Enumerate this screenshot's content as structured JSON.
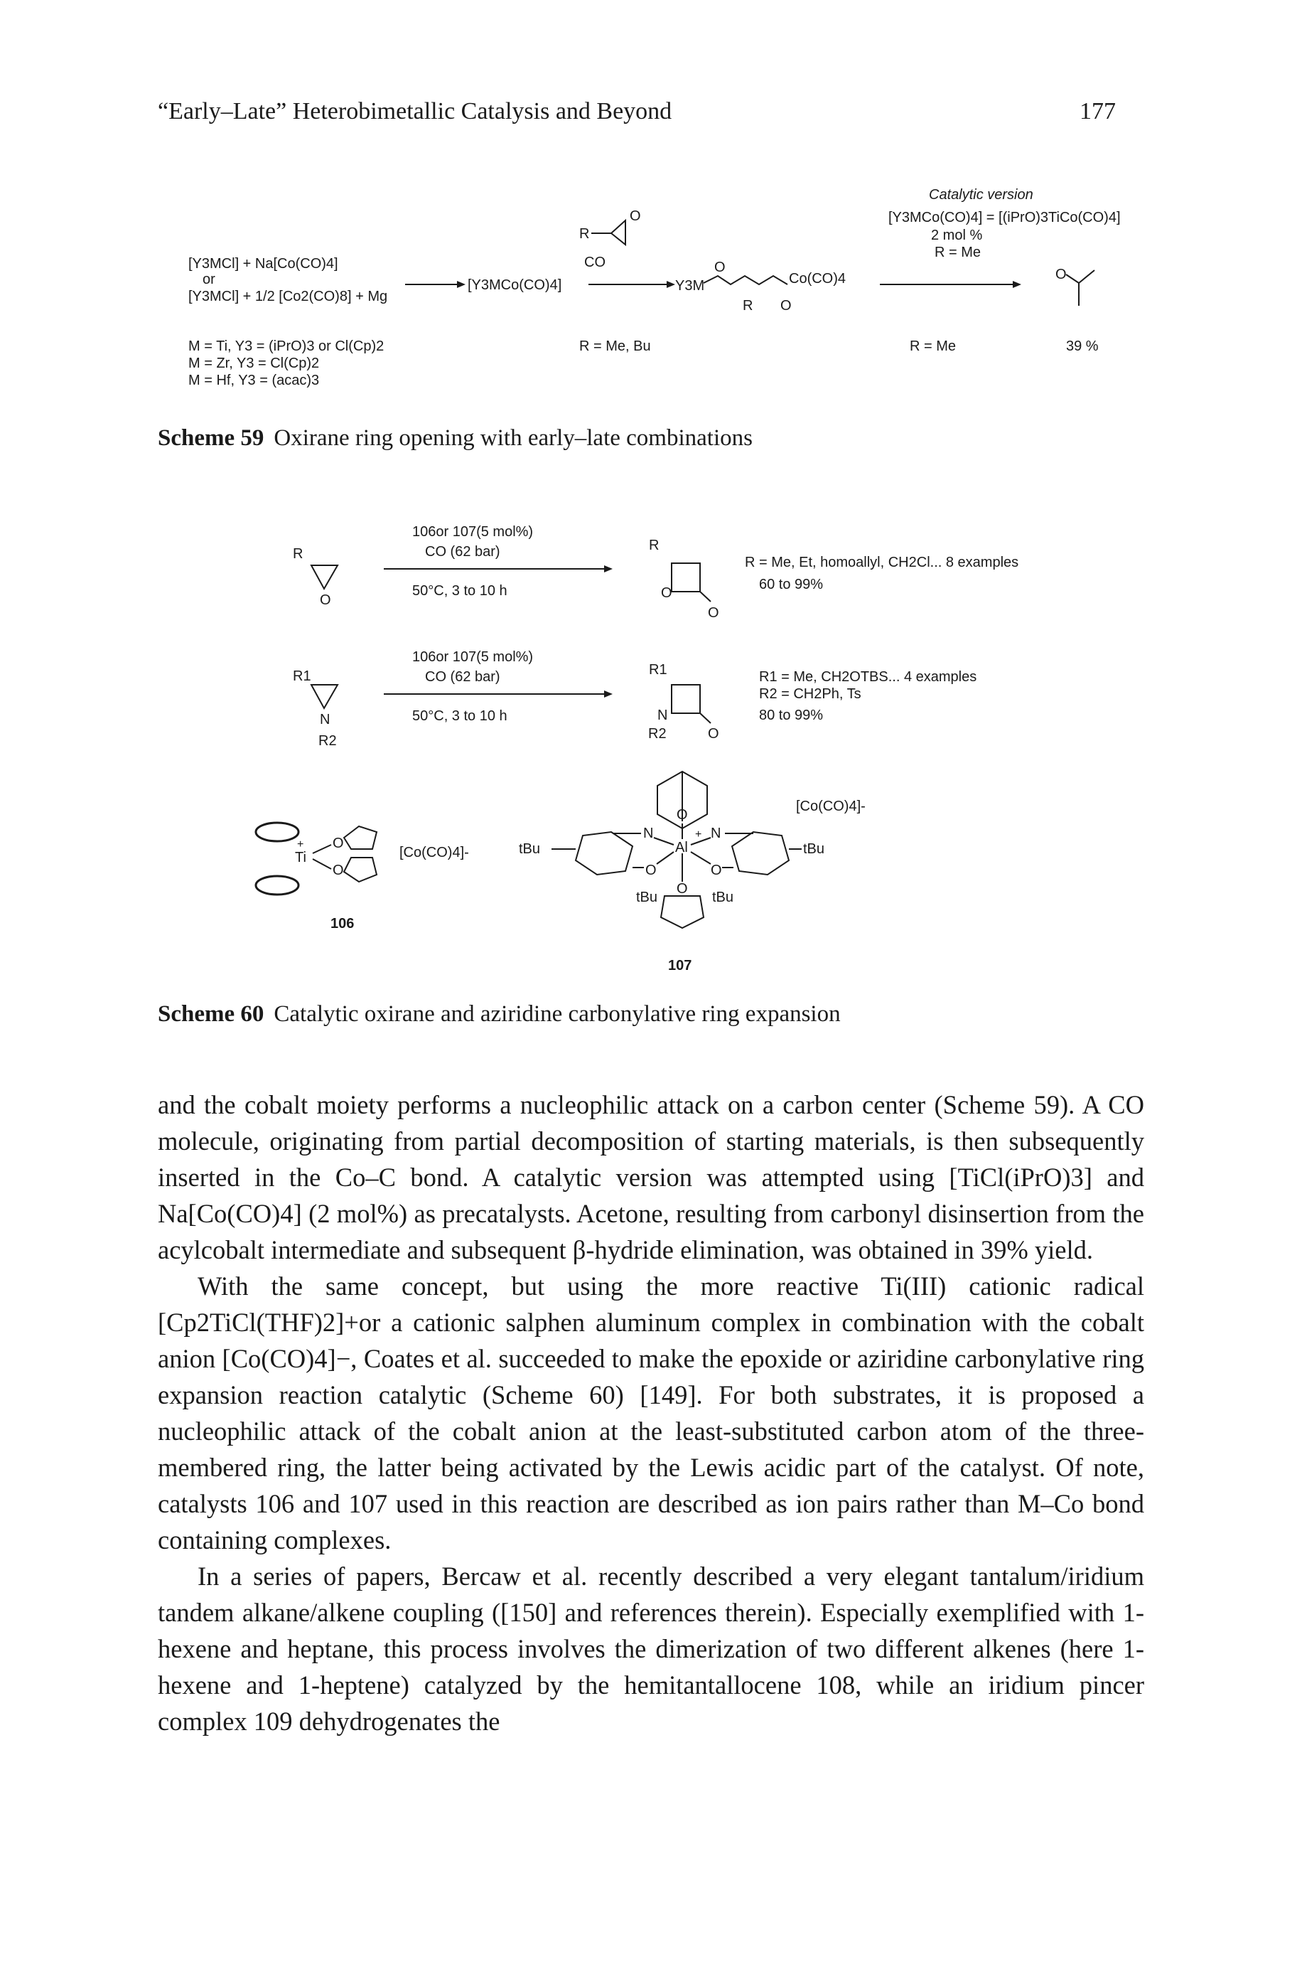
{
  "header": {
    "running_title": "“Early–Late” Heterobimetallic Catalysis and Beyond",
    "page_number": "177"
  },
  "scheme59": {
    "caption_label": "Scheme 59",
    "caption_text": "Oxirane ring opening with early–late combinations",
    "reagent_line1": "[Y3MCl] + Na[Co(CO)4]",
    "reagent_or": "or",
    "reagent_line2": "[Y3MCl] + 1/2 [Co2(CO)8] + Mg",
    "intermediate": "[Y3MCo(CO)4]",
    "epoxide_r": "R",
    "epoxide_o": "O",
    "co_label": "CO",
    "acyl_y3m": "Y3M",
    "acyl_o": "O",
    "acyl_r": "R",
    "acyl_coco4": "Co(CO)4",
    "acyl_o2": "O",
    "product_o": "O",
    "catalytic_title": "Catalytic version",
    "catalytic_line1": "[Y3MCo(CO)4] = [(iPrO)3TiCo(CO)4]",
    "catalytic_line2": "2 mol %",
    "catalytic_line3": "R = Me",
    "cond_line1": "M = Ti, Y3 = (iPrO)3 or Cl(Cp)2",
    "cond_line2": "M = Zr, Y3 = Cl(Cp)2",
    "cond_line3": "M = Hf, Y3 = (acac)3",
    "r_values": "R = Me, Bu",
    "r_me": "R = Me",
    "yield": "39 %"
  },
  "scheme60": {
    "caption_label": "Scheme 60",
    "caption_text": "Catalytic oxirane and aziridine carbonylative ring expansion",
    "row1": {
      "sub_r": "R",
      "sub_o": "O",
      "cond_top1": "106or 107(5 mol%)",
      "cond_top2": "CO (62 bar)",
      "cond_bottom": "50°C, 3 to 10 h",
      "prod_r": "R",
      "prod_o1": "O",
      "prod_o2": "O",
      "note1": "R = Me, Et, homoallyl, CH2Cl... 8 examples",
      "note2": "60 to 99%"
    },
    "row2": {
      "sub_r1": "R1",
      "sub_n": "N",
      "sub_r2": "R2",
      "cond_top1": "106or 107(5 mol%)",
      "cond_top2": "CO (62 bar)",
      "cond_bottom": "50°C, 3 to 10 h",
      "prod_r1": "R1",
      "prod_n": "N",
      "prod_r2": "R2",
      "prod_o": "O",
      "note1": "R1 = Me, CH2OTBS... 4 examples",
      "note2": "R2 = CH2Ph, Ts",
      "note3": "80 to 99%"
    },
    "cat106": {
      "ti": "Ti",
      "plus": "+",
      "o1": "O",
      "o2": "O",
      "anion": "[Co(CO)4]-",
      "label": "106"
    },
    "cat107": {
      "o_top": "O",
      "al": "Al",
      "plus": "+",
      "n_left": "N",
      "n_right": "N",
      "o_left": "O",
      "o_right": "O",
      "o_bottom": "O",
      "tbu_left": "tBu",
      "tbu_right": "tBu",
      "tbu_bl": "tBu",
      "tbu_br": "tBu",
      "anion": "[Co(CO)4]-",
      "label": "107"
    }
  },
  "paragraphs": [
    "and the cobalt moiety performs a nucleophilic attack on a carbon center (Scheme 59). A CO molecule, originating from partial decomposition of starting materials, is then subsequently inserted in the Co–C bond. A catalytic version was attempted using [TiCl(iPrO)3] and Na[Co(CO)4] (2 mol%) as precatalysts. Acetone, resulting from carbonyl disinsertion from the acylcobalt intermediate and subsequent β-hydride elimination, was obtained in 39% yield.",
    "With the same concept, but using the more reactive Ti(III) cationic radical [Cp2TiCl(THF)2]+or a cationic salphen aluminum complex in combination with the cobalt anion [Co(CO)4]−, Coates et al. succeeded to make the epoxide or aziridine carbonylative ring expansion reaction catalytic (Scheme 60) [149]. For both substrates, it is proposed a nucleophilic attack of the cobalt anion at the least-substituted carbon atom of the three-membered ring, the latter being activated by the Lewis acidic part of the catalyst. Of note, catalysts 106 and 107 used in this reaction are described as ion pairs rather than M–Co bond containing complexes.",
    "In a series of papers, Bercaw et al. recently described a very elegant tantalum/iridium tandem alkane/alkene coupling ([150] and references therein). Especially exemplified with 1-hexene and heptane, this process involves the dimerization of two different alkenes (here 1-hexene and 1-heptene) catalyzed by the hemitantallocene 108, while an iridium pincer complex 109 dehydrogenates the"
  ]
}
